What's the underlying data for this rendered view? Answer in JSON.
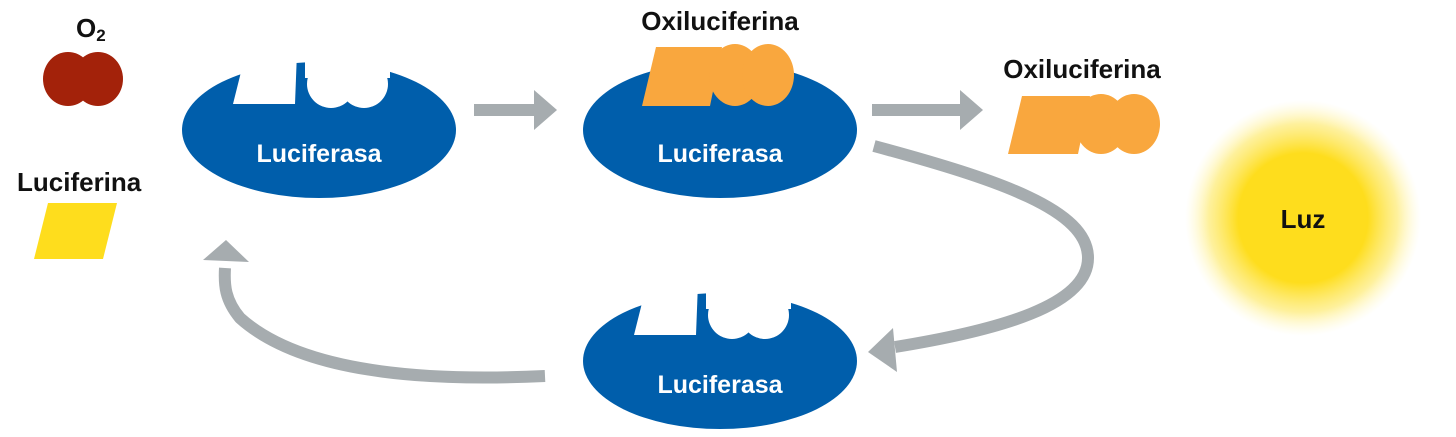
{
  "reactants": {
    "oxygen": {
      "label_main": "O",
      "label_sub": "2",
      "color": "#A3220A"
    },
    "luciferin": {
      "label": "Luciferina",
      "color": "#FEDD1D"
    }
  },
  "enzymes": [
    {
      "label": "Luciferasa",
      "state": "empty"
    },
    {
      "label": "Luciferasa",
      "state": "bound"
    },
    {
      "label": "Luciferasa",
      "state": "empty"
    }
  ],
  "products": {
    "oxyluciferin_bound": {
      "label": "Oxiluciferina"
    },
    "oxyluciferin_free": {
      "label": "Oxiluciferina"
    },
    "light": {
      "label": "Luz"
    }
  },
  "colors": {
    "enzyme": "#005EAB",
    "oxyluciferin": "#F9A73E",
    "arrow": "#A6ACAF",
    "light_core": "#FEDD1D",
    "text": "#111111",
    "enzyme_text": "#FFFFFF"
  }
}
